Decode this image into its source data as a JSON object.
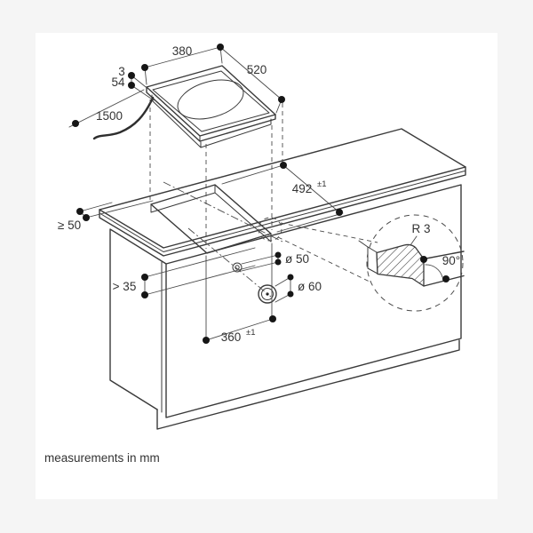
{
  "colors": {
    "background": "#f5f5f5",
    "paper": "#ffffff",
    "line": "#3a3a3a",
    "text": "#333333",
    "dot": "#161616"
  },
  "cooktop_dims": {
    "width": "380",
    "depth": "520",
    "panel_thickness": "3",
    "body_height": "54",
    "cable_length": "1500"
  },
  "worktop_dims": {
    "cutout_depth": {
      "value": "492",
      "tolerance": "±1"
    },
    "cutout_width": {
      "value": "360",
      "tolerance": "±1"
    },
    "side_clearance": "≥ 50",
    "front_clearance": "> 35",
    "shaft_hole": "ø 50",
    "knob_hole": "ø 60"
  },
  "edge_detail": {
    "radius": "R 3",
    "angle": "90°"
  },
  "footer": {
    "note": "measurements in mm"
  }
}
